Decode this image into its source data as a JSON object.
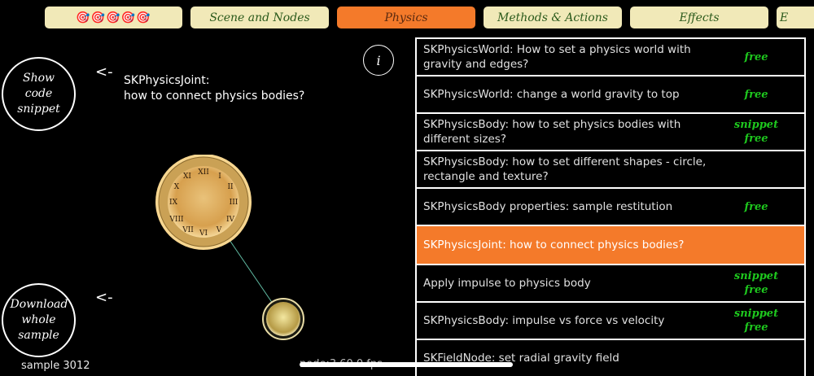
{
  "tabs": [
    {
      "label": "🎯🎯🎯🎯🎯",
      "active": false
    },
    {
      "label": "Scene and Nodes",
      "active": false
    },
    {
      "label": "Physics",
      "active": true
    },
    {
      "label": "Methods & Actions",
      "active": false
    },
    {
      "label": "Effects",
      "active": false
    },
    {
      "label": "E",
      "active": false
    }
  ],
  "show_code_button": "Show code snippet",
  "download_button": "Download whole sample",
  "arrow": "<-",
  "info_button": "i",
  "sample_title_line1": "SKPhysicsJoint:",
  "sample_title_line2": "how to connect physics bodies?",
  "sample_number": "sample 3012",
  "fps_readout": "node:3   60.0 fps",
  "list": [
    {
      "text": "SKPhysicsWorld: How to set a physics world with gravity and edges?",
      "badges": [
        "free"
      ],
      "selected": false
    },
    {
      "text": "SKPhysicsWorld: change a world gravity to top",
      "badges": [
        "free"
      ],
      "selected": false
    },
    {
      "text": "SKPhysicsBody: how to set physics bodies with different sizes?",
      "badges": [
        "snippet",
        "free"
      ],
      "selected": false
    },
    {
      "text": "SKPhysicsBody: how to set different shapes - circle, rectangle and texture?",
      "badges": [],
      "selected": false
    },
    {
      "text": "SKPhysicsBody properties: sample restitution",
      "badges": [
        "free"
      ],
      "selected": false
    },
    {
      "text": "SKPhysicsJoint: how to connect physics bodies?",
      "badges": [],
      "selected": true
    },
    {
      "text": "Apply impulse to physics body",
      "badges": [
        "snippet",
        "free"
      ],
      "selected": false
    },
    {
      "text": "SKPhysicsBody: impulse vs force vs velocity",
      "badges": [
        "snippet",
        "free"
      ],
      "selected": false
    },
    {
      "text": "SKFieldNode: set radial gravity field",
      "badges": [],
      "selected": false
    }
  ],
  "colors": {
    "tab_bg": "#f1e9b8",
    "tab_active": "#f47a2a",
    "badge_green": "#1ec81e",
    "clock_gold": "#e8b860"
  },
  "icons": [
    "target-icon",
    "info-icon",
    "clock-icon",
    "ball-icon"
  ]
}
